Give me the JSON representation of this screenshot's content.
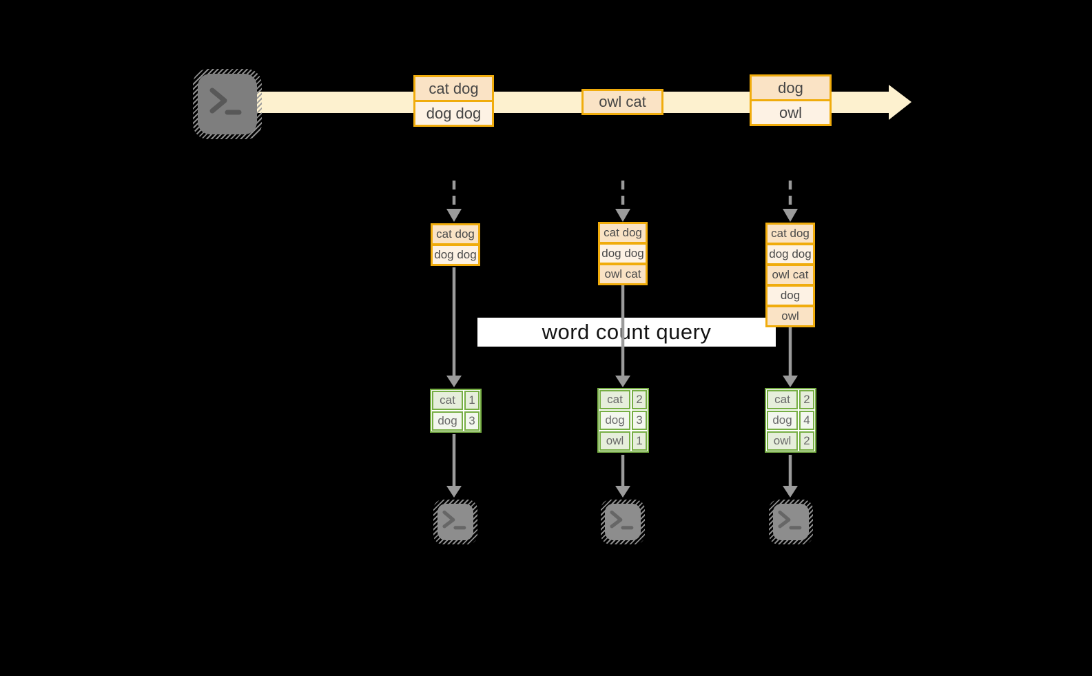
{
  "diagram": {
    "kind": "stream word-count diagram",
    "banner": {
      "label": "word count query"
    },
    "source": {
      "icon": "terminal"
    },
    "sinks": {
      "icon": "terminal",
      "count": 3
    },
    "timeline": {
      "events": [
        {
          "lines": [
            "cat dog",
            "dog dog"
          ]
        },
        {
          "lines": [
            "owl cat"
          ]
        },
        {
          "lines": [
            "dog",
            "owl"
          ]
        }
      ]
    },
    "columns": [
      {
        "stack": [
          "cat dog",
          "dog dog"
        ],
        "counts": [
          {
            "word": "cat",
            "count": "1"
          },
          {
            "word": "dog",
            "count": "3"
          }
        ]
      },
      {
        "stack": [
          "cat dog",
          "dog dog",
          "owl cat"
        ],
        "counts": [
          {
            "word": "cat",
            "count": "2"
          },
          {
            "word": "dog",
            "count": "3"
          },
          {
            "word": "owl",
            "count": "1"
          }
        ]
      },
      {
        "stack": [
          "cat dog",
          "dog dog",
          "owl cat",
          "dog",
          "owl"
        ],
        "counts": [
          {
            "word": "cat",
            "count": "2"
          },
          {
            "word": "dog",
            "count": "4"
          },
          {
            "word": "owl",
            "count": "2"
          }
        ]
      }
    ],
    "colors": {
      "background": "#000000",
      "timeline_band": "#FDF1CF",
      "event_border": "#F0AC0C",
      "event_fill": "#FAE3C5",
      "event_fill_light": "#FDF2E4",
      "table_border": "#76AE43",
      "table_fill": "#E6EEDB",
      "table_fill_light": "#F3F7EE",
      "arrow_gray": "#9B9B9B"
    }
  }
}
